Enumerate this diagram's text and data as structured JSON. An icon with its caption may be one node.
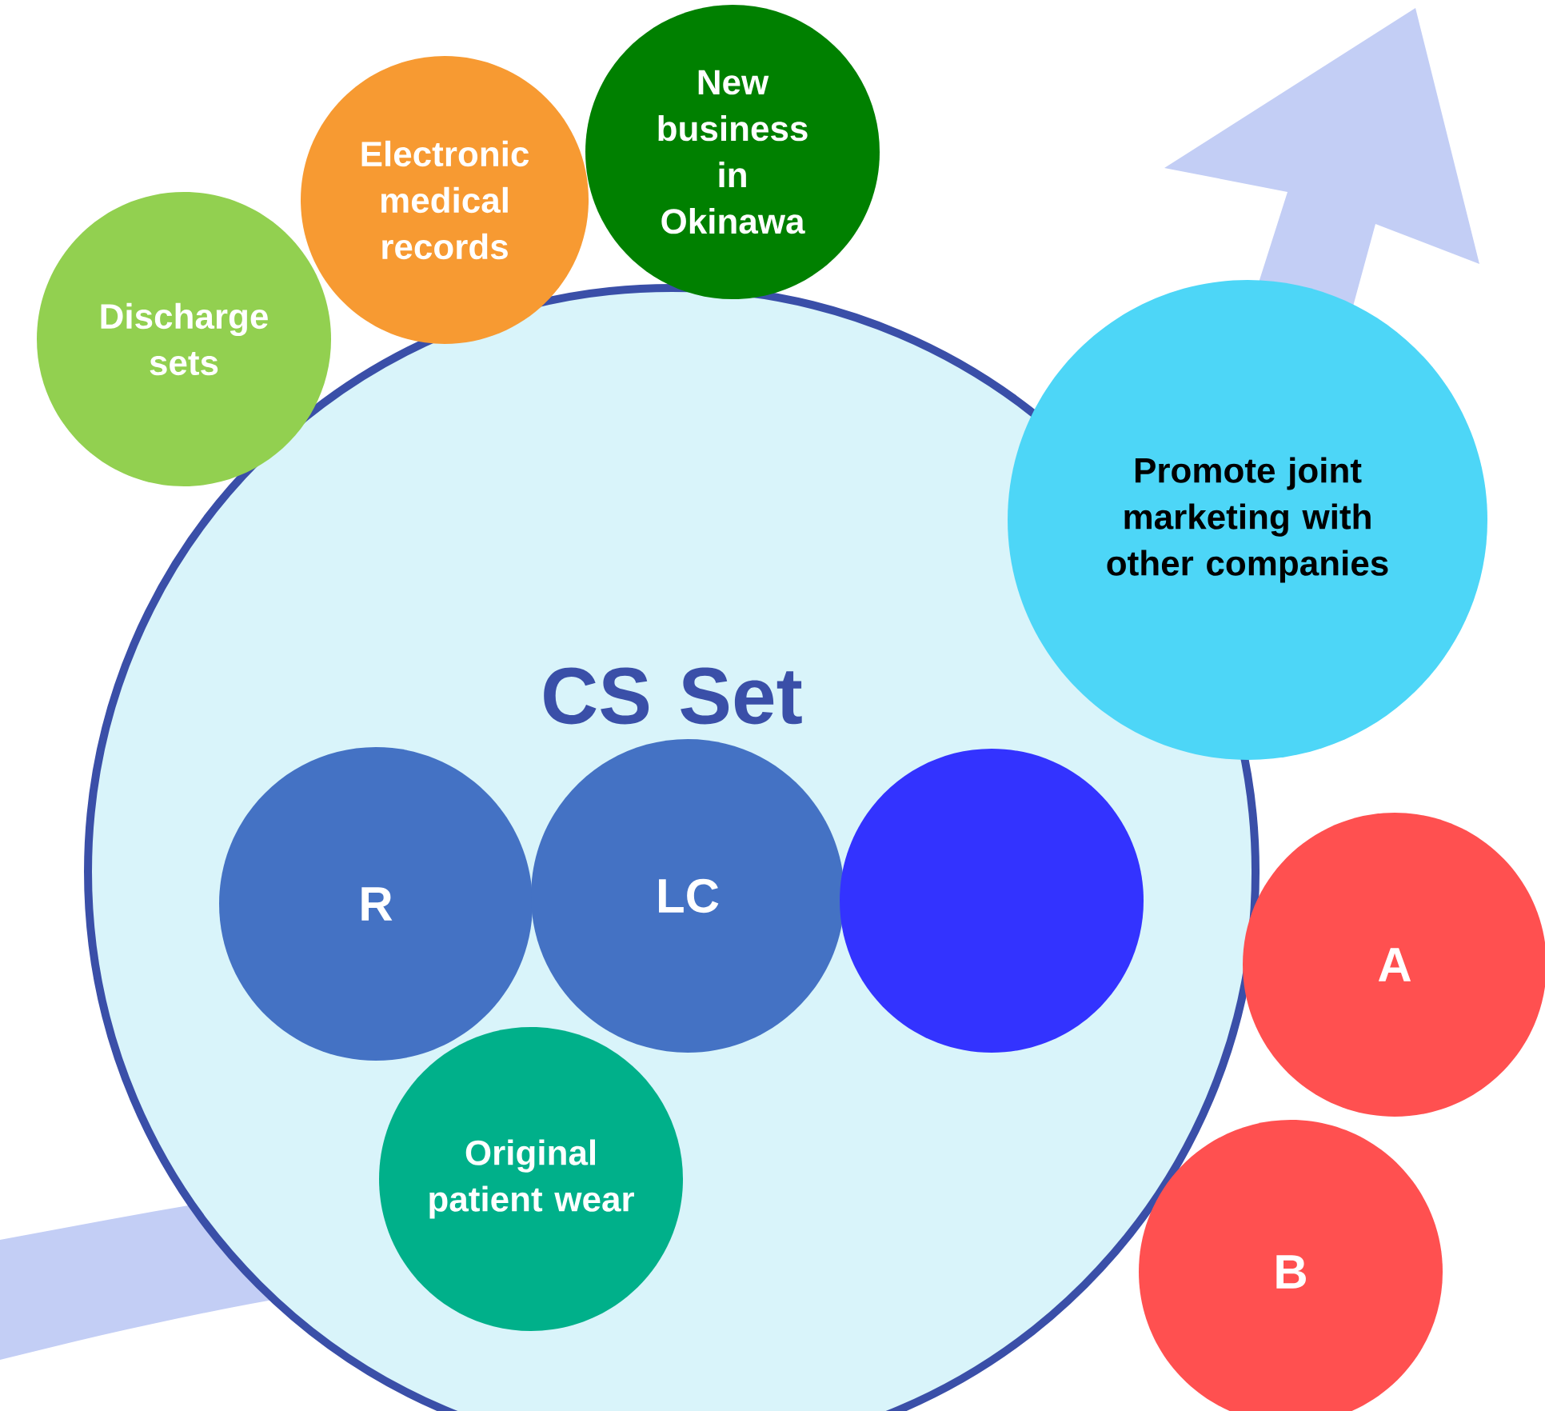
{
  "diagram": {
    "nodes": [
      {
        "text": [
          "CS Set"
        ]
      },
      {
        "text": [
          "Discharge sets"
        ]
      },
      {
        "text": [
          "Electronic medical records"
        ]
      },
      {
        "text": [
          "New business in Okinawa"
        ]
      },
      {
        "text": [
          "Promote joint marketing with other companies"
        ]
      },
      {
        "text": [
          "R"
        ],
        "in": 0
      },
      {
        "text": [
          "LC"
        ],
        "in": 0
      },
      {
        "text": [],
        "shape": "circle",
        "in": 0
      },
      {
        "text": [
          "Original patient wear"
        ],
        "in": 0
      },
      {
        "text": [
          "A"
        ]
      },
      {
        "text": [
          "B"
        ]
      }
    ]
  }
}
